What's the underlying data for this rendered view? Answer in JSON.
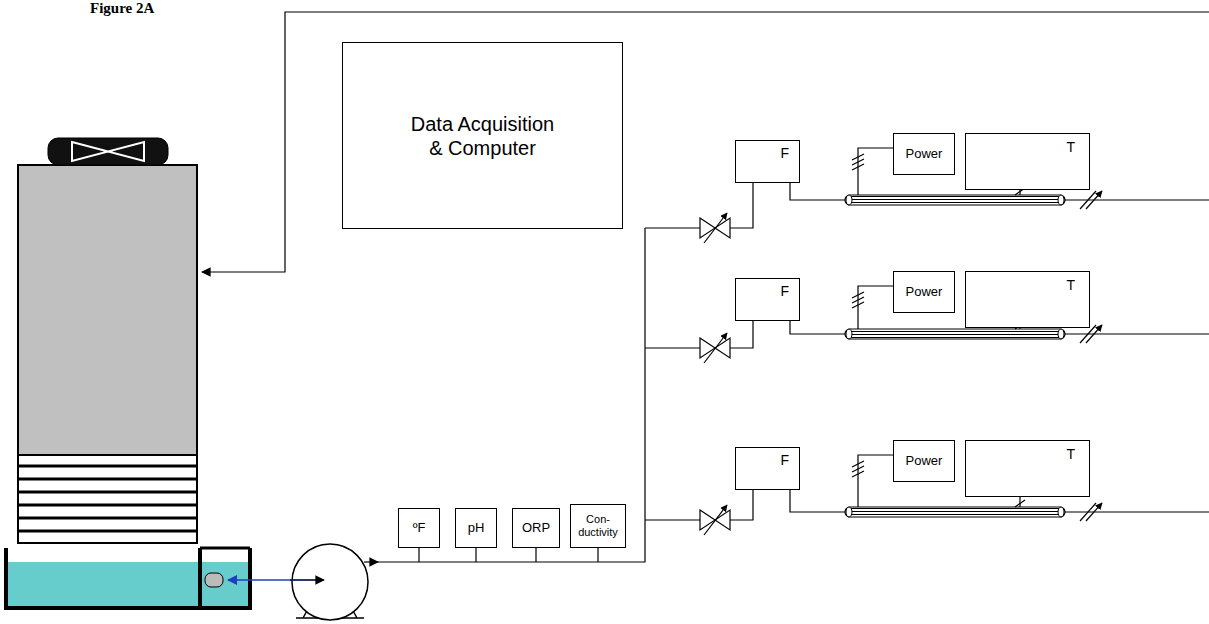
{
  "diagram": {
    "title": "Figure 2A",
    "nodes": [
      {
        "text": [
          "Data Acquisition & Computer"
        ]
      },
      {
        "text": [
          "F"
        ]
      },
      {
        "text": [
          "Power"
        ]
      },
      {
        "text": [
          "T"
        ]
      },
      {
        "text": [
          "F"
        ]
      },
      {
        "text": [
          "Power"
        ]
      },
      {
        "text": [
          "T"
        ]
      },
      {
        "text": [
          "F"
        ]
      },
      {
        "text": [
          "Power"
        ]
      },
      {
        "text": [
          "T"
        ]
      },
      {
        "text": [
          "ºF"
        ]
      },
      {
        "text": [
          "pH"
        ]
      },
      {
        "text": [
          "ORP"
        ]
      },
      {
        "text": [
          "Con- ductivity"
        ]
      }
    ]
  }
}
